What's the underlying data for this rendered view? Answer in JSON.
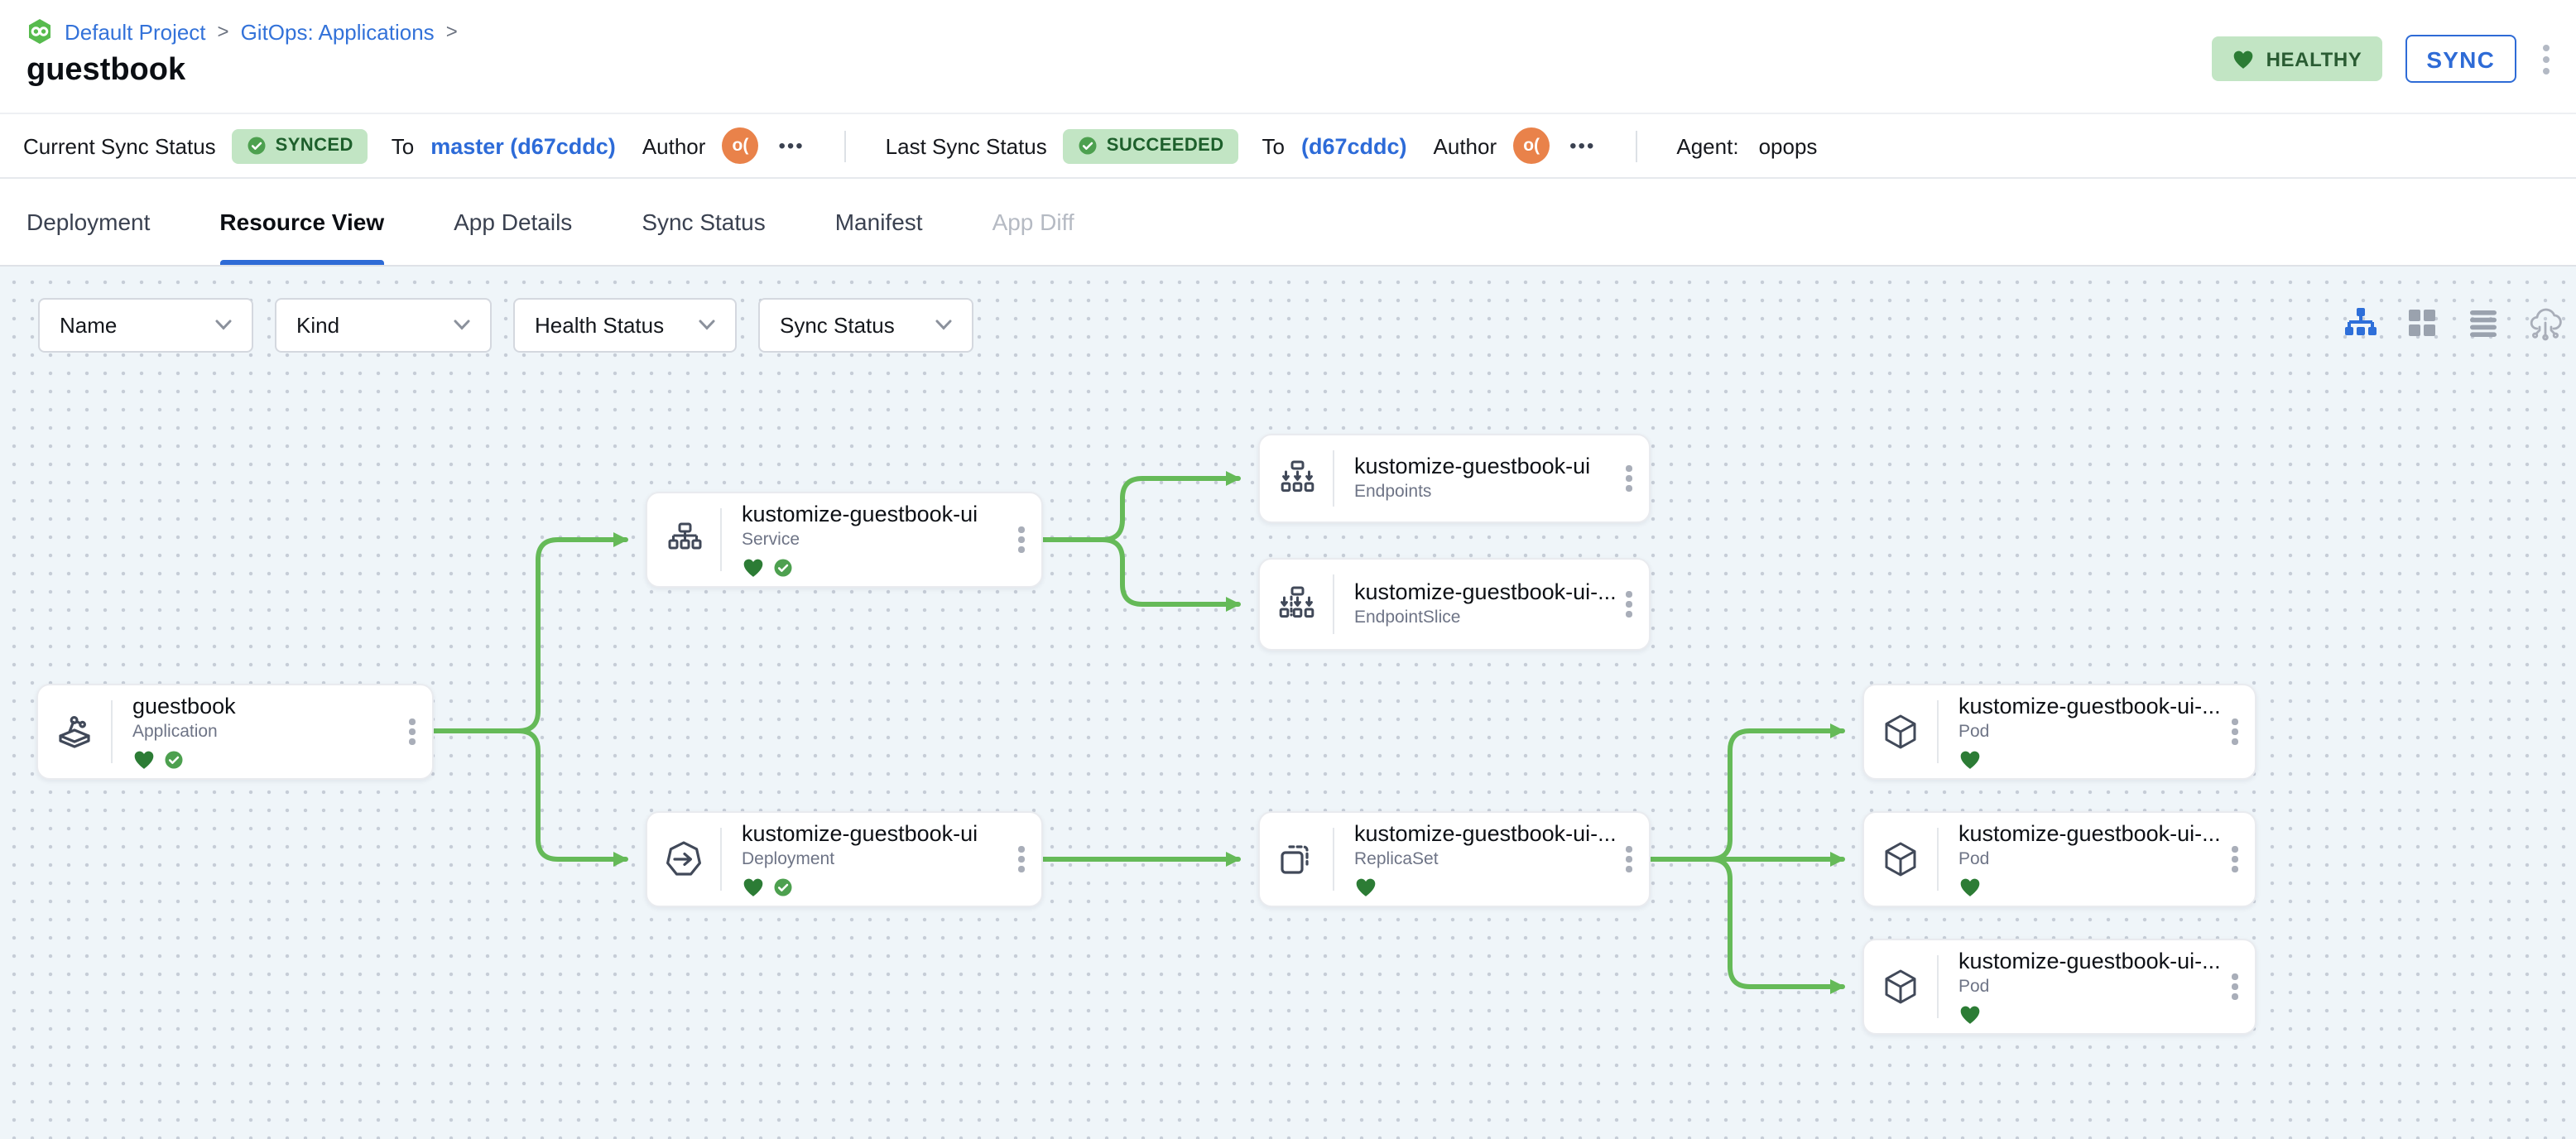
{
  "colors": {
    "accent_blue": "#2e6bd6",
    "link_blue": "#3372d9",
    "healthy_heart_green": "#2c7c35",
    "synced_check_green": "#4da04f",
    "badge_bg_green": "#c2e5c4",
    "edge_green": "#65ba58",
    "canvas_bg": "#eff5f9",
    "avatar_orange": "#e9824a"
  },
  "breadcrumb": {
    "logo_icon": "infinity-hexagon",
    "project": "Default Project",
    "section": "GitOps: Applications",
    "separator": ">"
  },
  "page_title": "guestbook",
  "header_actions": {
    "health_badge": "HEALTHY",
    "sync_button": "SYNC",
    "menu_icon": "kebab-vertical"
  },
  "status_bar": {
    "current": {
      "label": "Current Sync Status",
      "badge": "SYNCED",
      "to_label": "To",
      "target": "master (d67cddc)",
      "author_label": "Author",
      "author_avatar": "o(",
      "more": "•••"
    },
    "last": {
      "label": "Last Sync Status",
      "badge": "SUCCEEDED",
      "to_label": "To",
      "target": "(d67cddc)",
      "author_label": "Author",
      "author_avatar": "o(",
      "more": "•••"
    },
    "agent_label": "Agent:",
    "agent_value": "opops"
  },
  "tabs": [
    {
      "label": "Deployment",
      "state": "default"
    },
    {
      "label": "Resource View",
      "state": "active"
    },
    {
      "label": "App Details",
      "state": "default"
    },
    {
      "label": "Sync Status",
      "state": "default"
    },
    {
      "label": "Manifest",
      "state": "default"
    },
    {
      "label": "App Diff",
      "state": "disabled"
    }
  ],
  "filter_bar": {
    "filters": [
      {
        "label": "Name"
      },
      {
        "label": "Kind"
      },
      {
        "label": "Health Status"
      },
      {
        "label": "Sync Status"
      }
    ],
    "view_toggles": [
      {
        "icon": "hierarchy-view-icon",
        "active": true
      },
      {
        "icon": "grid-view-icon",
        "active": false
      },
      {
        "icon": "list-view-icon",
        "active": false
      },
      {
        "icon": "cloud-view-icon",
        "active": false
      }
    ]
  },
  "graph": {
    "nodes": [
      {
        "title": "guestbook",
        "kind": "Application",
        "healthy": true,
        "synced": true
      },
      {
        "title": "kustomize-guestbook-ui",
        "kind": "Service",
        "healthy": true,
        "synced": true
      },
      {
        "title": "kustomize-guestbook-ui",
        "kind": "Endpoints",
        "healthy": false,
        "synced": false
      },
      {
        "title": "kustomize-guestbook-ui-...",
        "kind": "EndpointSlice",
        "healthy": false,
        "synced": false
      },
      {
        "title": "kustomize-guestbook-ui",
        "kind": "Deployment",
        "healthy": true,
        "synced": true
      },
      {
        "title": "kustomize-guestbook-ui-...",
        "kind": "ReplicaSet",
        "healthy": true,
        "synced": false
      },
      {
        "title": "kustomize-guestbook-ui-...",
        "kind": "Pod",
        "healthy": true,
        "synced": false
      },
      {
        "title": "kustomize-guestbook-ui-...",
        "kind": "Pod",
        "healthy": true,
        "synced": false
      },
      {
        "title": "kustomize-guestbook-ui-...",
        "kind": "Pod",
        "healthy": true,
        "synced": false
      }
    ],
    "edges": [
      {
        "from": 0,
        "to": 1
      },
      {
        "from": 0,
        "to": 4
      },
      {
        "from": 1,
        "to": 2
      },
      {
        "from": 1,
        "to": 3
      },
      {
        "from": 4,
        "to": 5
      },
      {
        "from": 5,
        "to": 6
      },
      {
        "from": 5,
        "to": 7
      },
      {
        "from": 5,
        "to": 8
      }
    ]
  }
}
